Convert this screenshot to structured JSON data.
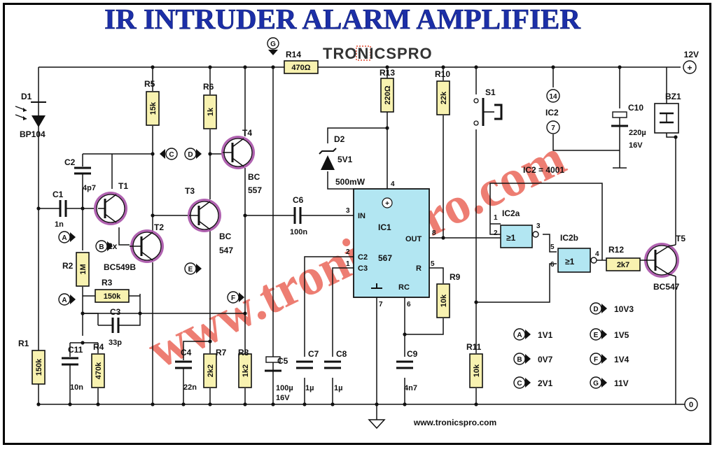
{
  "title": "IR INTRUDER ALARM AMPLIFIER",
  "logo": "TRONICSPRO",
  "watermark": "www.tronicspro.com",
  "footer_url": "www.tronicspro.com",
  "supply": {
    "plus": "12V",
    "plus_symbol": "+",
    "zero": "0"
  },
  "components": {
    "D1": {
      "ref": "D1",
      "value": "BP104"
    },
    "D2": {
      "ref": "D2",
      "value1": "5V1",
      "value2": "500mW"
    },
    "R1": {
      "ref": "R1",
      "value": "150k"
    },
    "R2": {
      "ref": "R2",
      "value": "1M"
    },
    "R3": {
      "ref": "R3",
      "value": "150k"
    },
    "R4": {
      "ref": "R4",
      "value": "470k"
    },
    "R5": {
      "ref": "R5",
      "value": "15k"
    },
    "R6": {
      "ref": "R6",
      "value": "1k"
    },
    "R7": {
      "ref": "R7",
      "value": "2k2"
    },
    "R8": {
      "ref": "R8",
      "value": "1k2"
    },
    "R9": {
      "ref": "R9",
      "value": "10k"
    },
    "R10": {
      "ref": "R10",
      "value": "22k"
    },
    "R11": {
      "ref": "R11",
      "value": "10k"
    },
    "R12": {
      "ref": "R12",
      "value": "2k7"
    },
    "R13": {
      "ref": "R13",
      "value": "220Ω"
    },
    "R14": {
      "ref": "R14",
      "value": "470Ω"
    },
    "C1": {
      "ref": "C1",
      "value": "1n"
    },
    "C2": {
      "ref": "C2",
      "value": "4p7"
    },
    "C3": {
      "ref": "C3",
      "value": "33p"
    },
    "C4": {
      "ref": "C4",
      "value": "22n"
    },
    "C5": {
      "ref": "C5",
      "value1": "100µ",
      "value2": "16V"
    },
    "C6": {
      "ref": "C6",
      "value": "100n"
    },
    "C7": {
      "ref": "C7",
      "value": "1µ"
    },
    "C8": {
      "ref": "C8",
      "value": "1µ"
    },
    "C9": {
      "ref": "C9",
      "value": "4n7"
    },
    "C10": {
      "ref": "C10",
      "value1": "220µ",
      "value2": "16V"
    },
    "C11": {
      "ref": "C11",
      "value": "10n"
    },
    "T1": {
      "ref": "T1"
    },
    "T2": {
      "ref": "T2",
      "group_label1": "2x",
      "group_label2": "BC549B"
    },
    "T3": {
      "ref": "T3",
      "value": "BC",
      "value2": "547"
    },
    "T4": {
      "ref": "T4",
      "value": "BC",
      "value2": "557"
    },
    "T5": {
      "ref": "T5",
      "value": "BC547"
    },
    "S1": {
      "ref": "S1"
    },
    "BZ1": {
      "ref": "BZ1"
    },
    "IC1": {
      "ref": "IC1",
      "type": "567",
      "pins": {
        "in": "IN",
        "out": "OUT",
        "c2": "C2",
        "c3": "C3",
        "r": "R",
        "rc": "RC",
        "plus": "+"
      }
    },
    "IC2": {
      "ref": "IC2",
      "note": "IC2 = 4001",
      "pin_top": "14",
      "pin_bot": "7"
    },
    "IC2a": {
      "ref": "IC2a",
      "symbol": "≥1"
    },
    "IC2b": {
      "ref": "IC2b",
      "symbol": "≥1"
    }
  },
  "pin_numbers": {
    "p1": "1",
    "p2": "2",
    "p3": "3",
    "p4": "4",
    "p5": "5",
    "p6": "6",
    "p7": "7",
    "p8": "8",
    "g1": "1",
    "g2": "2",
    "g3": "3",
    "g5": "5",
    "g6": "6",
    "g4": "4"
  },
  "test_points": {
    "A": {
      "label": "A",
      "voltage": "1V1"
    },
    "B": {
      "label": "B",
      "voltage": "0V7"
    },
    "C": {
      "label": "C",
      "voltage": "2V1"
    },
    "D": {
      "label": "D",
      "voltage": "10V3"
    },
    "E": {
      "label": "E",
      "voltage": "1V5"
    },
    "F": {
      "label": "F",
      "voltage": "1V4"
    },
    "G": {
      "label": "G",
      "voltage": "11V"
    }
  },
  "colors": {
    "title": "#1c2fa8",
    "resistor": "#f8f2b0",
    "transistor": "#b062b0",
    "ic_fill": "#b2e6f2",
    "watermark": "#e85d4f",
    "logo_accent": "#e0492f"
  }
}
